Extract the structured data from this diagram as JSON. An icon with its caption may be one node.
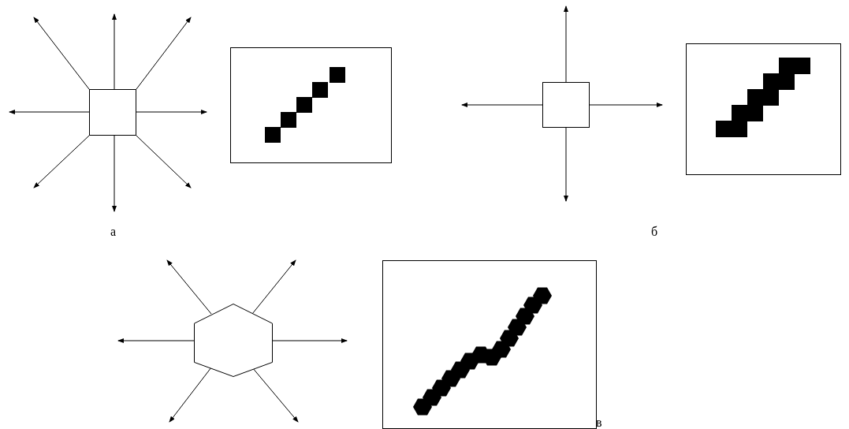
{
  "diagram": {
    "nodes": [
      {
        "text": [],
        "shape": "box"
      },
      {
        "text": [],
        "shape": "picture"
      },
      {
        "text": [],
        "shape": "box"
      },
      {
        "text": [],
        "shape": "picture"
      },
      {
        "text": [],
        "shape": "hexagon"
      },
      {
        "text": [],
        "shape": "picture"
      }
    ],
    "edges": [
      {
        "from": 0,
        "to": null,
        "arrow": "to"
      },
      {
        "from": 0,
        "to": null,
        "arrow": "to"
      },
      {
        "from": 0,
        "to": null,
        "arrow": "to"
      },
      {
        "from": 0,
        "to": null,
        "arrow": "to"
      },
      {
        "from": 0,
        "to": null,
        "arrow": "to"
      },
      {
        "from": 0,
        "to": null,
        "arrow": "to"
      },
      {
        "from": 0,
        "to": null,
        "arrow": "to"
      },
      {
        "from": 0,
        "to": null,
        "arrow": "to"
      },
      {
        "from": 2,
        "to": null,
        "arrow": "to"
      },
      {
        "from": 2,
        "to": null,
        "arrow": "to"
      },
      {
        "from": 2,
        "to": null,
        "arrow": "to"
      },
      {
        "from": 2,
        "to": null,
        "arrow": "to"
      },
      {
        "from": 4,
        "to": null,
        "arrow": "to"
      },
      {
        "from": 4,
        "to": null,
        "arrow": "to"
      },
      {
        "from": 4,
        "to": null,
        "arrow": "to"
      },
      {
        "from": 4,
        "to": null,
        "arrow": "to"
      },
      {
        "from": 4,
        "to": null,
        "arrow": "to"
      },
      {
        "from": 4,
        "to": null,
        "arrow": "to"
      }
    ],
    "labels": [
      "а",
      "б",
      "в"
    ]
  }
}
